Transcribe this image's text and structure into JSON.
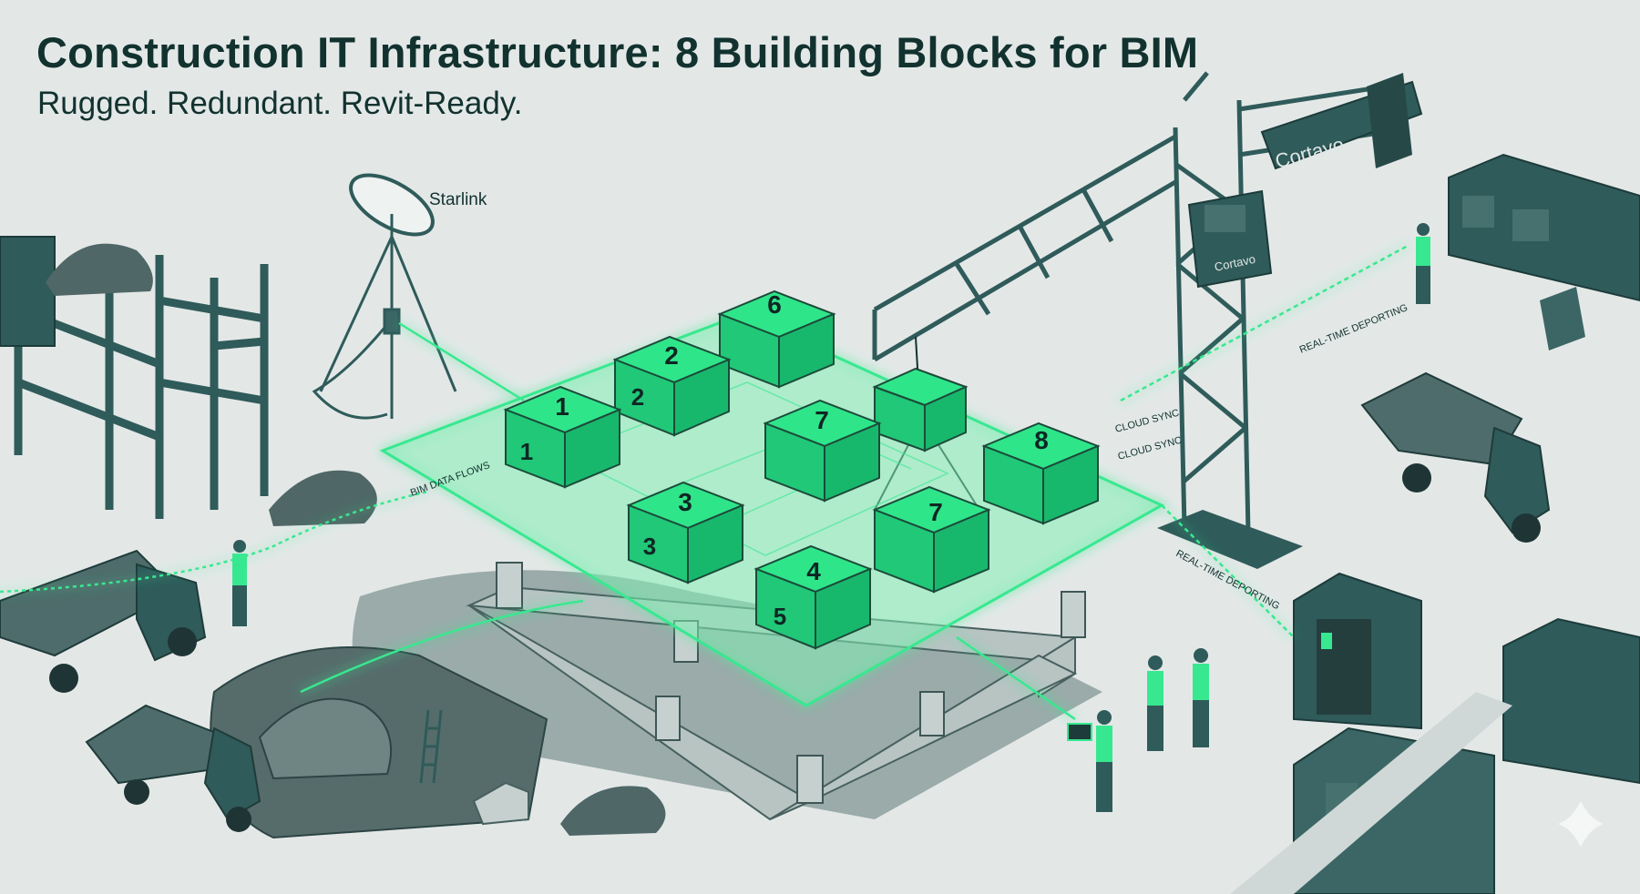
{
  "header": {
    "title": "Construction IT Infrastructure: 8 Building Blocks for BIM",
    "subtitle": "Rugged. Redundant. Revit-Ready."
  },
  "labels": {
    "starlink": "Starlink",
    "bim_data_flows": "BIM DATA FLOWS",
    "cloud_sync_1": "CLOUD SYNC",
    "cloud_sync_2": "CLOUD SYNC",
    "reporting_top": "REAL-TIME DEPORTING",
    "reporting_bottom": "REAL-TIME DEPORTING",
    "crane_brand_top": "Cortavo",
    "crane_brand_cab": "Cortavo"
  },
  "blocks": {
    "b1_top": "1",
    "b1_side": "1",
    "b2_top": "2",
    "b2_side": "2",
    "b3_top": "3",
    "b3_side": "3",
    "b4_top": "4",
    "b5_side": "5",
    "b6_top": "6",
    "b7_top": "7",
    "b7_hanging": "7",
    "b8_top": "8"
  },
  "colors": {
    "background": "#e3e8e7",
    "dark_teal": "#2f5b5a",
    "ink": "#12322f",
    "neon_green": "#37e890"
  }
}
